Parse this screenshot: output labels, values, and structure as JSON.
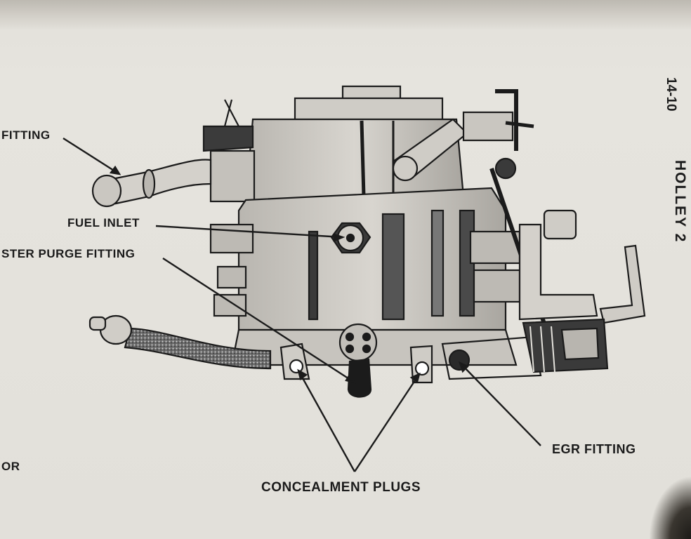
{
  "page_number": "14-10",
  "running_head": "HOLLEY 2",
  "labels": {
    "fitting": "FITTING",
    "fuel_inlet": "FUEL INLET",
    "purge_fitting": "STER PURGE FITTING",
    "egr_fitting": "EGR FITTING",
    "concealment_plugs": "CONCEALMENT PLUGS",
    "or_fragment": "OR"
  },
  "colors": {
    "paper": "#e4e2dc",
    "ink": "#1b1b1b"
  }
}
